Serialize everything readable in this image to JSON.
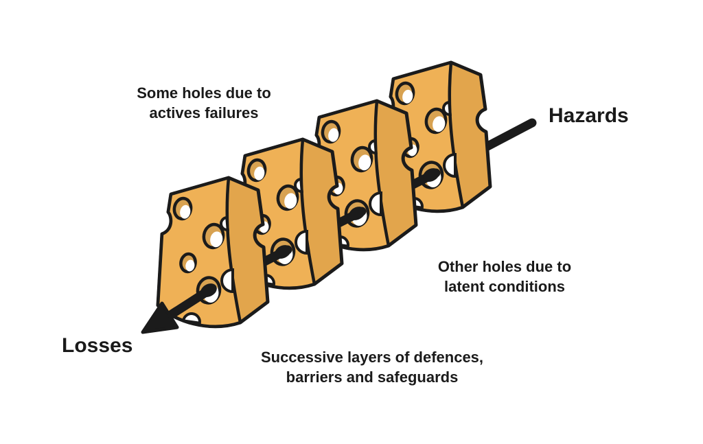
{
  "diagram": {
    "labels": {
      "some_holes": "Some holes due to\nactives failures",
      "hazards": "Hazards",
      "other_holes": "Other holes due to\nlatent conditions",
      "losses": "Losses",
      "successive": "Successive layers of defences,\nbarriers and safeguards"
    },
    "colors": {
      "background": "#FFFFFF",
      "cheese_face": "#EFB156",
      "cheese_side": "#E2A54C",
      "hole_shadow": "#D8A251",
      "hole_highlight": "#FFFFFF",
      "outline": "#1B1B1B",
      "arrow": "#1B1B1B",
      "text": "#1A1A1A"
    },
    "slice_count": 4
  }
}
